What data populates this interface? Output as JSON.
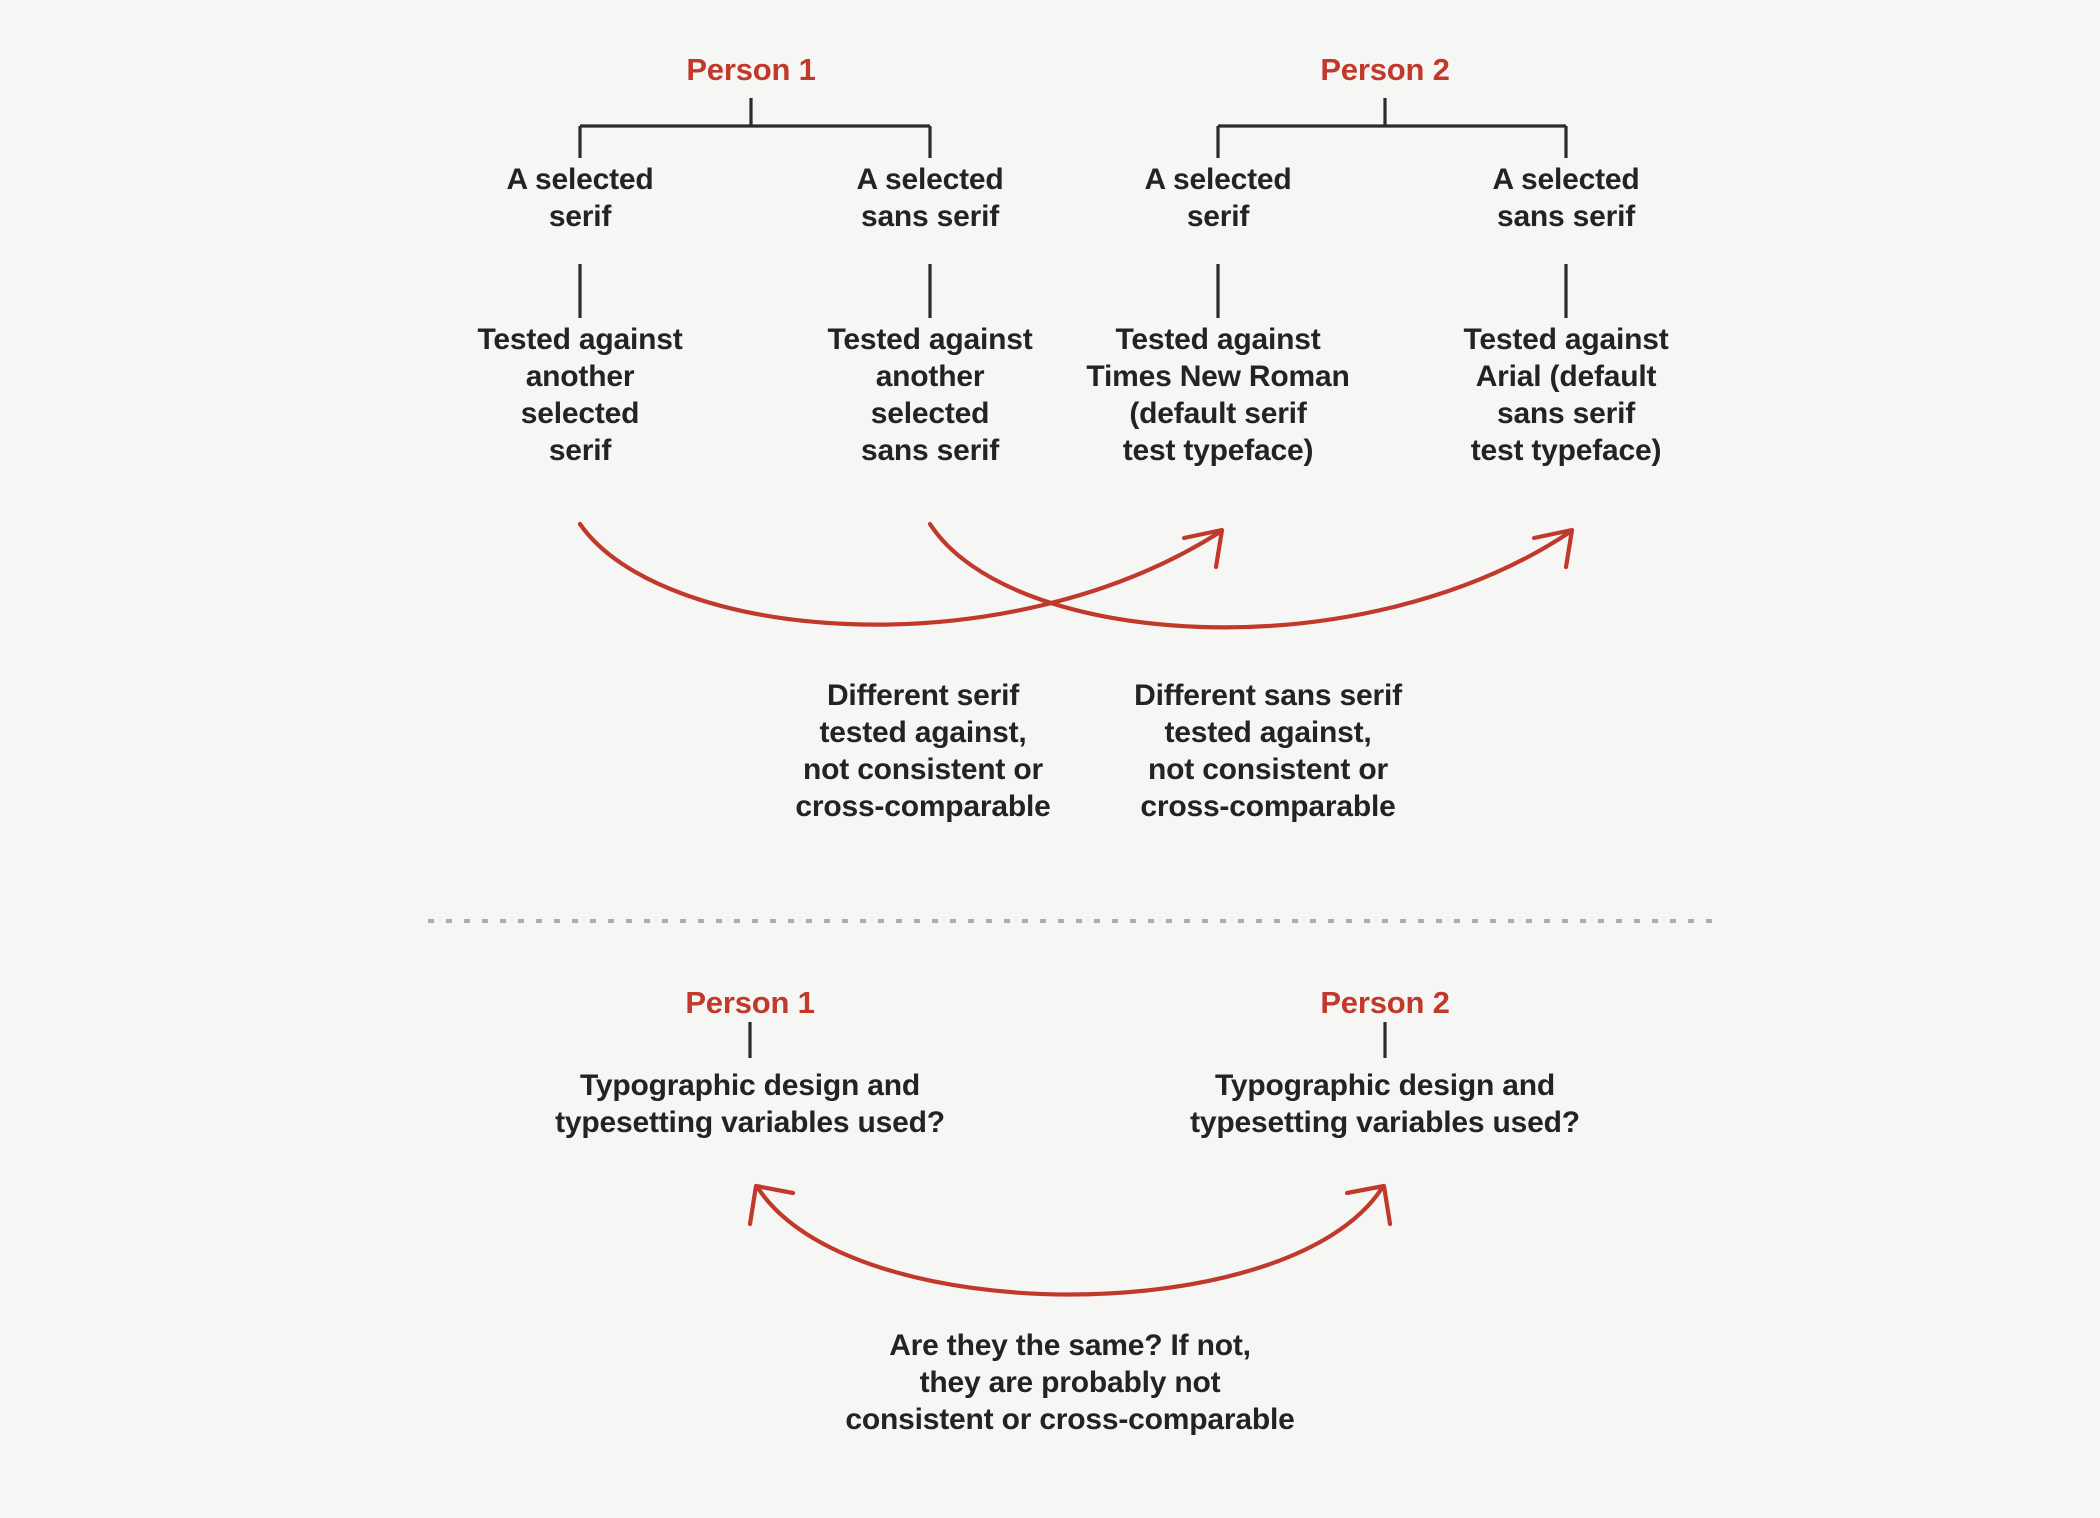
{
  "meta": {
    "background_color": "#f6f6f5",
    "text_color": "#232323",
    "accent_color": "#c0392b",
    "line_color": "#2b2b2b",
    "divider_color": "#b0b0b0"
  },
  "top_section": {
    "branches": [
      {
        "person_label": "Person 1",
        "children": [
          {
            "head": "A selected\nserif",
            "body": "Tested against\nanother\nselected\nserif"
          },
          {
            "head": "A selected\nsans serif",
            "body": "Tested against\nanother\nselected\nsans serif"
          }
        ]
      },
      {
        "person_label": "Person 2",
        "children": [
          {
            "head": "A selected\nserif",
            "body": "Tested against\nTimes New Roman\n(default serif\ntest typeface)"
          },
          {
            "head": "A selected\nsans serif",
            "body": "Tested against\nArial (default\nsans serif\ntest typeface)"
          }
        ]
      }
    ],
    "conclusions": [
      "Different serif\ntested against,\nnot consistent or\ncross-comparable",
      "Different sans serif\ntested against,\nnot consistent or\ncross-comparable"
    ]
  },
  "bottom_section": {
    "branches": [
      {
        "person_label": "Person 1",
        "question": "Typographic design and\ntypesetting variables used?"
      },
      {
        "person_label": "Person 2",
        "question": "Typographic design and\ntypesetting variables used?"
      }
    ],
    "conclusion": "Are they the same? If not,\nthey are probably not\nconsistent or cross-comparable"
  }
}
